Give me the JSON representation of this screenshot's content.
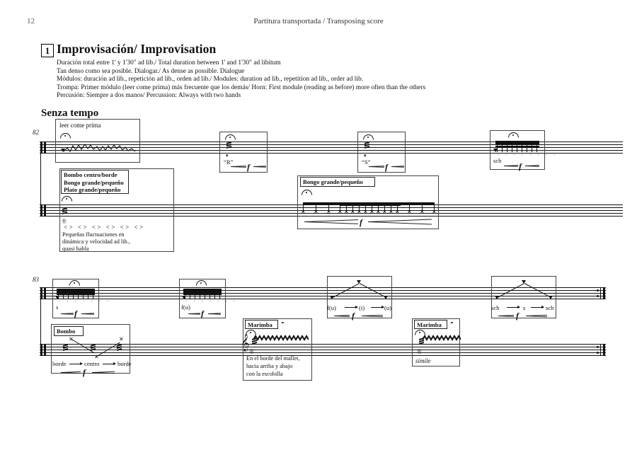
{
  "page": {
    "folio": "12",
    "running_head": "Partitura transportada / Transposing score"
  },
  "section": {
    "rehearsal_mark": "1",
    "title": "Improvisación/ Improvisation",
    "tempo": "Senza tempo",
    "instructions": [
      "Duración total entre 1' y 1'30\" ad lib./ Total duration between 1' and 1'30\" ad libitum",
      "Tan denso como sea posible. Dialogar./ As dense as possible. Dialogue",
      "Módulos: duración ad lib., repetición ad lib., orden ad lib./ Modules: duration ad lib., repetition ad lib., order ad lib.",
      "Trompa: Primer módulo (leer come prima) más frecuente que los demás/ Horn: First module (reading as before) more often than the others",
      "Percusión: Siempre a dos manos/ Percussion: Always with two hands"
    ]
  },
  "system1": {
    "measure_number": "82",
    "horn": {
      "modules": [
        {
          "name": "module-leer-come-prima",
          "label": "leer come prima",
          "syllable": "",
          "dynamic": ""
        },
        {
          "name": "module-R",
          "label": "",
          "syllable": "“R”",
          "dynamic": "f"
        },
        {
          "name": "module-S",
          "label": "",
          "syllable": "“S”",
          "dynamic": "f"
        },
        {
          "name": "module-sch",
          "label": "",
          "syllable": "sch",
          "dynamic": "f"
        }
      ]
    },
    "percussion": {
      "instrument_box": [
        "Bombo centro/borde",
        "Bongo grande/pequeño",
        "Plato grande/pequeño"
      ],
      "note_text": [
        "Pequeñas fluctuaciones en",
        "dinámica y velocidad ad lib.,",
        "quasi habla"
      ],
      "wedges": "<> <> <> <> <> <>",
      "module2_label": "Bongo grande/pequeño",
      "module2_dynamic": "f"
    }
  },
  "system2": {
    "measure_number": "83",
    "horn": {
      "modules": [
        {
          "name": "module-s",
          "syllables": [
            "s"
          ],
          "dynamic": "f"
        },
        {
          "name": "module-fu",
          "syllables": [
            "f(u)"
          ],
          "dynamic": "f"
        },
        {
          "name": "module-fu-i-u",
          "syllables": [
            "f(u)",
            "(i)",
            "(u)"
          ],
          "dynamic": "f"
        },
        {
          "name": "module-sch-s-sch",
          "syllables": [
            "sch",
            "s",
            "sch"
          ],
          "dynamic": "f"
        }
      ]
    },
    "percussion": {
      "modules": [
        {
          "name": "module-bombo",
          "label": "Bombo",
          "syllables": [
            "borde",
            "centro",
            "borde"
          ],
          "dynamic": "f"
        },
        {
          "name": "module-marimba-escobilla",
          "label": "Marimba",
          "note_text": [
            "En el borde del mallet,",
            "hacia arriba y abajo",
            "con la escobilla"
          ]
        },
        {
          "name": "module-marimba-simile",
          "label": "Marimba",
          "note_text": [
            "simile"
          ]
        }
      ]
    }
  },
  "icons": {
    "fermata": "fermata-icon",
    "brush": "brush-icon",
    "arrow": "arrow-right-icon",
    "tremolo": "tremolo-icon",
    "x_notehead": "x-notehead-icon"
  },
  "colors": {
    "ink": "#111111",
    "rule": "#444444"
  }
}
